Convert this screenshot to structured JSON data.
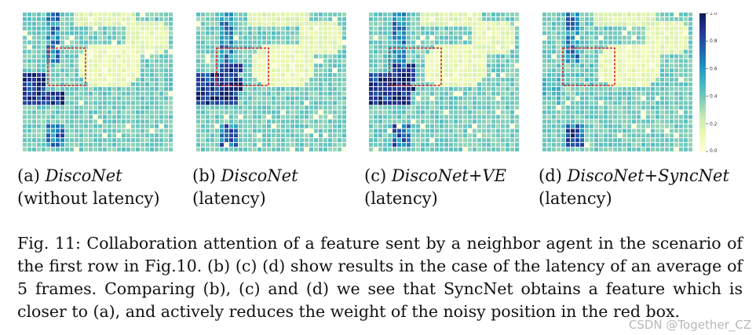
{
  "panels": [
    {
      "id": "a",
      "marker": "(a)",
      "title": "DiscoNet",
      "subtitle": "(without latency)"
    },
    {
      "id": "b",
      "marker": "(b)",
      "title": "DiscoNet",
      "subtitle": "(latency)"
    },
    {
      "id": "c",
      "marker": "(c)",
      "title": "DiscoNet+VE",
      "subtitle": "(latency)"
    },
    {
      "id": "d",
      "marker": "(d)",
      "title": "DiscoNet+SyncNet",
      "subtitle": "(latency)"
    }
  ],
  "colorbar": {
    "ticks": [
      "1.0",
      "0.8",
      "0.6",
      "0.4",
      "0.2",
      "0.0"
    ],
    "colors": [
      "#ffffd9",
      "#edf8b1",
      "#c7e9b4",
      "#7fcdbb",
      "#41b6c4",
      "#1d91c0",
      "#225ea8",
      "#253494",
      "#081d58"
    ]
  },
  "figure_caption": "Fig. 11: Collaboration attention of a feature sent by a neighbor agent in the scenario of the first row in Fig.10. (b) (c) (d) show results in the case of the latency of an average of 5 frames. Comparing (b), (c) and (d) we see that SyncNet obtains a feature which is closer to (a), and actively reduces the weight of the noisy position in the red box.",
  "watermark": "CSDN @Together_CZ"
}
